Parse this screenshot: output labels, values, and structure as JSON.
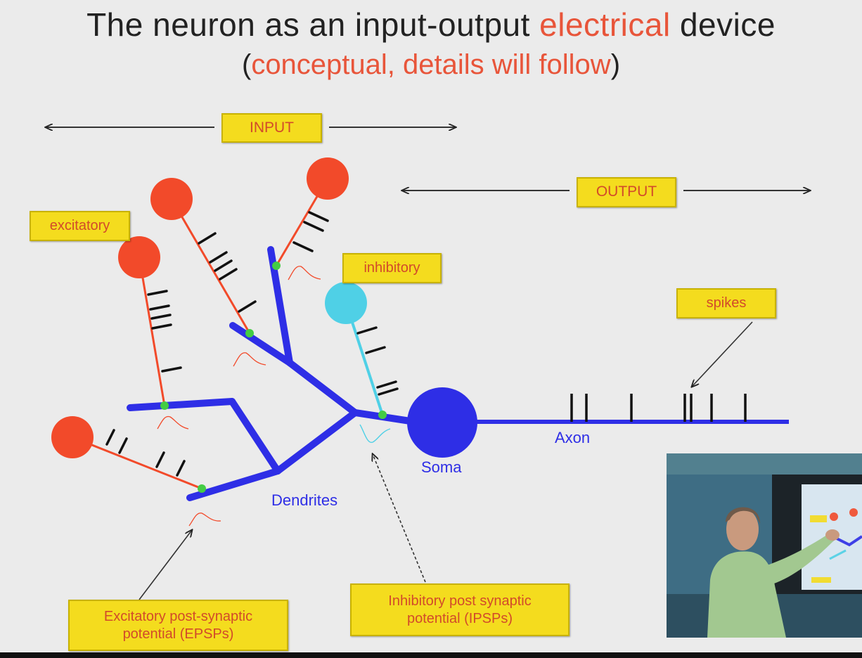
{
  "title": {
    "part1": "The neuron as an input-output ",
    "highlight": "electrical",
    "part2": " device"
  },
  "subtitle": {
    "open": "(",
    "highlight": "conceptual, details will follow",
    "close": ")"
  },
  "labels": {
    "input": "INPUT",
    "output": "OUTPUT",
    "excitatory": "excitatory",
    "inhibitory": "inhibitory",
    "spikes": "spikes",
    "epsp": "Excitatory post-synaptic potential (EPSPs)",
    "ipsp": "Inhibitory post synaptic potential (IPSPs)"
  },
  "parts": {
    "dendrites": "Dendrites",
    "soma": "Soma",
    "axon": "Axon"
  },
  "colors": {
    "excitatory": "#f24a2a",
    "inhibitory": "#4fd0e6",
    "neuron": "#2e2ee6",
    "synapse": "#44cc44",
    "label_bg": "#f4dc1e",
    "highlight_text": "#e8553a"
  },
  "video_inset": {
    "description_visible": true
  }
}
